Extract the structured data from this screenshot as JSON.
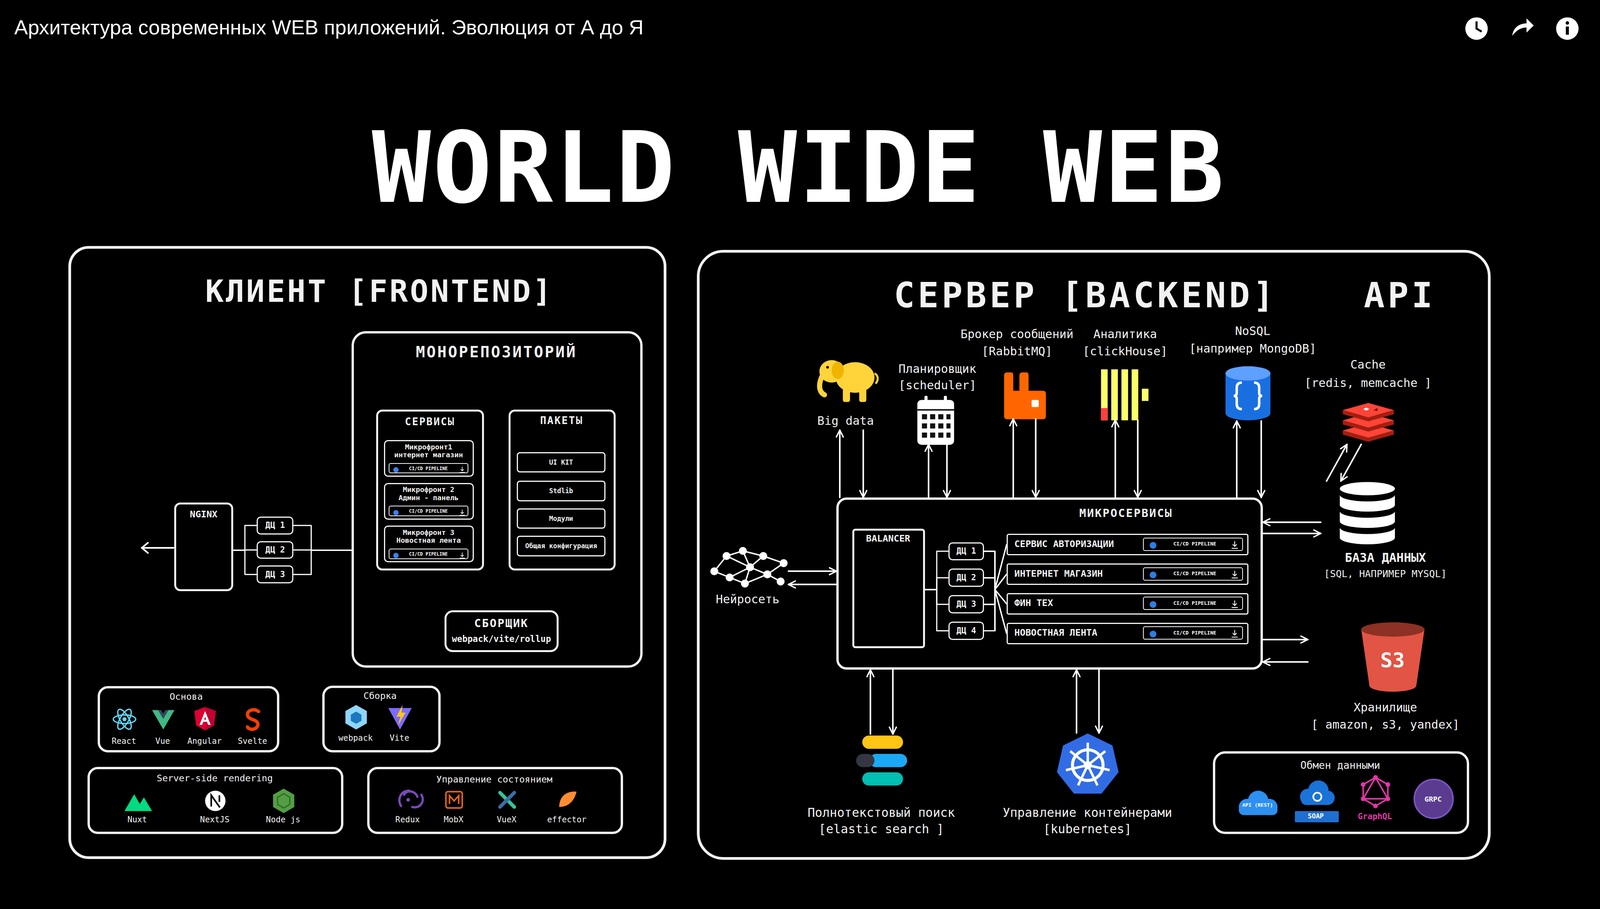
{
  "diagram": {
    "title": "WORLD WIDE WEB",
    "nodes": [
      {
        "text": [
          "КЛИЕНТ [FRONTEND]"
        ]
      },
      {
        "text": [
          "МОНОРЕПОЗИТОРИЙ"
        ],
        "in": 0
      },
      {
        "text": [
          "СЕРВИСЫ"
        ],
        "in": 1
      },
      {
        "text": [
          "Микрофронт1 интернет магазин"
        ],
        "in": 2
      },
      {
        "text": [
          "CI/CD PIPELINE"
        ],
        "in": 3
      },
      {
        "text": [
          "Микрофронт 2 Админ - панель"
        ],
        "in": 2
      },
      {
        "text": [
          "CI/CD PIPELINE"
        ],
        "in": 5
      },
      {
        "text": [
          "Микрофронт 3 Новостная лента"
        ],
        "in": 2
      },
      {
        "text": [
          "CI/CD PIPELINE"
        ],
        "in": 7
      },
      {
        "text": [
          "ПАКЕТЫ"
        ],
        "in": 1
      },
      {
        "text": [
          "UI KIT"
        ],
        "in": 9
      },
      {
        "text": [
          "Stdlib"
        ],
        "in": 9
      },
      {
        "text": [
          "Модули"
        ],
        "in": 9
      },
      {
        "text": [
          "Общая конфигурация"
        ],
        "in": 9
      },
      {
        "text": [
          "СБОРЩИК",
          "webpack/vite/rollup"
        ],
        "in": 1
      },
      {
        "text": [
          "NGINX"
        ],
        "in": 0
      },
      {
        "text": [
          "ДЦ 1"
        ],
        "in": 0
      },
      {
        "text": [
          "ДЦ 2"
        ],
        "in": 0
      },
      {
        "text": [
          "ДЦ 3"
        ],
        "in": 0
      },
      {
        "text": [
          "Основа",
          "React",
          "Vue",
          "Angular",
          "Svelte"
        ],
        "in": 0
      },
      {
        "text": [
          "Сборка",
          "webpack",
          "Vite"
        ],
        "in": 0
      },
      {
        "text": [
          "Server-side rendering",
          "Nuxt",
          "NextJS",
          "Node js"
        ],
        "in": 0
      },
      {
        "text": [
          "Управление состоянием",
          "Redux",
          "MobX",
          "VueX",
          "effector"
        ],
        "in": 0
      },
      {
        "text": [
          "СЕРВЕР [BACKEND]",
          "API"
        ]
      },
      {
        "text": [
          "МИКРОСЕРВИСЫ"
        ],
        "in": 23
      },
      {
        "text": [
          "BALANCER"
        ],
        "in": 24
      },
      {
        "text": [
          "ДЦ 1"
        ],
        "in": 24
      },
      {
        "text": [
          "ДЦ 2"
        ],
        "in": 24
      },
      {
        "text": [
          "ДЦ 3"
        ],
        "in": 24
      },
      {
        "text": [
          "ДЦ 4"
        ],
        "in": 24
      },
      {
        "text": [
          "СЕРВИС АВТОРИЗАЦИИ"
        ],
        "in": 24
      },
      {
        "text": [
          "CI/CD PIPELINE"
        ],
        "in": 30
      },
      {
        "text": [
          "ИНТЕРНЕТ МАГАЗИН"
        ],
        "in": 24
      },
      {
        "text": [
          "CI/CD PIPELINE"
        ],
        "in": 32
      },
      {
        "text": [
          "ФИН ТЕХ"
        ],
        "in": 24
      },
      {
        "text": [
          "CI/CD PIPELINE"
        ],
        "in": 34
      },
      {
        "text": [
          "НОВОСТНАЯ ЛЕНТА"
        ],
        "in": 24
      },
      {
        "text": [
          "CI/CD PIPELINE"
        ],
        "in": 36
      },
      {
        "text": [
          "Big data"
        ],
        "in": 23
      },
      {
        "text": [
          "Планировщик",
          "[scheduler]"
        ],
        "in": 23
      },
      {
        "text": [
          "Брокер сообщений",
          "[RabbitMQ]"
        ],
        "in": 23
      },
      {
        "text": [
          "Аналитика",
          "[clickHouse]"
        ],
        "in": 23
      },
      {
        "text": [
          "NoSQL",
          "[например MongoDB]"
        ],
        "in": 23
      },
      {
        "text": [
          "Cache",
          "[redis, memcache ]"
        ],
        "in": 23
      },
      {
        "text": [
          "Нейросеть"
        ],
        "in": 23
      },
      {
        "text": [
          "БАЗА ДАННЫХ",
          "[SQL, НАПРИМЕР MYSQL]"
        ],
        "in": 23
      },
      {
        "text": [
          "S3",
          "Хранилище",
          "[ amazon, s3, yandex]"
        ],
        "in": 23
      },
      {
        "text": [
          "Полнотекстовый поиск",
          "[elastic search ]"
        ],
        "in": 23
      },
      {
        "text": [
          "Управление контейнерами",
          "[kubernetes]"
        ],
        "in": 23
      },
      {
        "text": [
          "Обмен данными",
          "API (REST)",
          "SOAP",
          "GraphQL",
          "GRPC"
        ],
        "in": 23
      }
    ],
    "edges": [
      {
        "from": 15,
        "to": 16,
        "arrow": "none"
      },
      {
        "from": 15,
        "to": 17,
        "arrow": "none"
      },
      {
        "from": 15,
        "to": 18,
        "arrow": "none"
      },
      {
        "from": 16,
        "to": 1,
        "arrow": "none"
      },
      {
        "from": 17,
        "to": 1,
        "arrow": "none"
      },
      {
        "from": 18,
        "to": 1,
        "arrow": "none"
      },
      {
        "from": 25,
        "to": 26,
        "arrow": "none"
      },
      {
        "from": 25,
        "to": 27,
        "arrow": "none"
      },
      {
        "from": 25,
        "to": 28,
        "arrow": "none"
      },
      {
        "from": 25,
        "to": 29,
        "arrow": "none"
      },
      {
        "from": 26,
        "to": 30,
        "arrow": "none"
      },
      {
        "from": 26,
        "to": 32,
        "arrow": "none"
      },
      {
        "from": 26,
        "to": 34,
        "arrow": "none"
      },
      {
        "from": 26,
        "to": 36,
        "arrow": "none"
      },
      {
        "from": 27,
        "to": 30,
        "arrow": "none"
      },
      {
        "from": 27,
        "to": 32,
        "arrow": "none"
      },
      {
        "from": 27,
        "to": 34,
        "arrow": "none"
      },
      {
        "from": 27,
        "to": 36,
        "arrow": "none"
      },
      {
        "from": 28,
        "to": 30,
        "arrow": "none"
      },
      {
        "from": 28,
        "to": 32,
        "arrow": "none"
      },
      {
        "from": 28,
        "to": 34,
        "arrow": "none"
      },
      {
        "from": 28,
        "to": 36,
        "arrow": "none"
      },
      {
        "from": 29,
        "to": 30,
        "arrow": "none"
      },
      {
        "from": 29,
        "to": 32,
        "arrow": "none"
      },
      {
        "from": 29,
        "to": 34,
        "arrow": "none"
      },
      {
        "from": 29,
        "to": 36,
        "arrow": "none"
      },
      {
        "from": 38,
        "to": 24,
        "arrow": "to"
      },
      {
        "from": 24,
        "to": 38,
        "arrow": "to"
      },
      {
        "from": 39,
        "to": 24,
        "arrow": "to"
      },
      {
        "from": 24,
        "to": 39,
        "arrow": "to"
      },
      {
        "from": 40,
        "to": 24,
        "arrow": "to"
      },
      {
        "from": 24,
        "to": 40,
        "arrow": "to"
      },
      {
        "from": 41,
        "to": 24,
        "arrow": "to"
      },
      {
        "from": 24,
        "to": 41,
        "arrow": "to"
      },
      {
        "from": 42,
        "to": 24,
        "arrow": "to"
      },
      {
        "from": 24,
        "to": 42,
        "arrow": "to"
      },
      {
        "from": 43,
        "to": 45,
        "arrow": "to"
      },
      {
        "from": 45,
        "to": 43,
        "arrow": "to"
      },
      {
        "from": 45,
        "to": 24,
        "arrow": "to"
      },
      {
        "from": 24,
        "to": 45,
        "arrow": "to"
      },
      {
        "from": 24,
        "to": 46,
        "arrow": "to"
      },
      {
        "from": 46,
        "to": 24,
        "arrow": "to"
      },
      {
        "from": 44,
        "to": 24,
        "arrow": "to"
      },
      {
        "from": 24,
        "to": 44,
        "arrow": "to"
      },
      {
        "from": 47,
        "to": 24,
        "arrow": "to"
      },
      {
        "from": 24,
        "to": 47,
        "arrow": "to"
      },
      {
        "from": 48,
        "to": 24,
        "arrow": "to"
      },
      {
        "from": 24,
        "to": 48,
        "arrow": "to"
      }
    ],
    "labels": [
      "Архитектура современных WEB приложений. Эволюция от А до Я"
    ]
  }
}
